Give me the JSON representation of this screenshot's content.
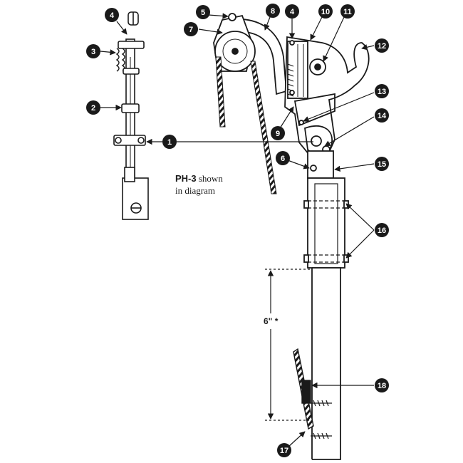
{
  "figure": {
    "caption_model": "PH-3",
    "caption_rest": " shown",
    "caption_line2": "in diagram",
    "dimension_label": "6\" *"
  },
  "callouts": [
    {
      "id": "c1",
      "text": "1"
    },
    {
      "id": "c2",
      "text": "2"
    },
    {
      "id": "c3",
      "text": "3"
    },
    {
      "id": "c4a",
      "text": "4"
    },
    {
      "id": "c4b",
      "text": "4"
    },
    {
      "id": "c5",
      "text": "5"
    },
    {
      "id": "c6",
      "text": "6"
    },
    {
      "id": "c7",
      "text": "7"
    },
    {
      "id": "c8",
      "text": "8"
    },
    {
      "id": "c9",
      "text": "9"
    },
    {
      "id": "c10",
      "text": "10"
    },
    {
      "id": "c11",
      "text": "11"
    },
    {
      "id": "c12",
      "text": "12"
    },
    {
      "id": "c13",
      "text": "13"
    },
    {
      "id": "c14",
      "text": "14"
    },
    {
      "id": "c15",
      "text": "15"
    },
    {
      "id": "c16",
      "text": "16"
    },
    {
      "id": "c17",
      "text": "17"
    },
    {
      "id": "c18",
      "text": "18"
    }
  ],
  "colors": {
    "ink": "#1a1a1a",
    "paper": "#ffffff"
  }
}
